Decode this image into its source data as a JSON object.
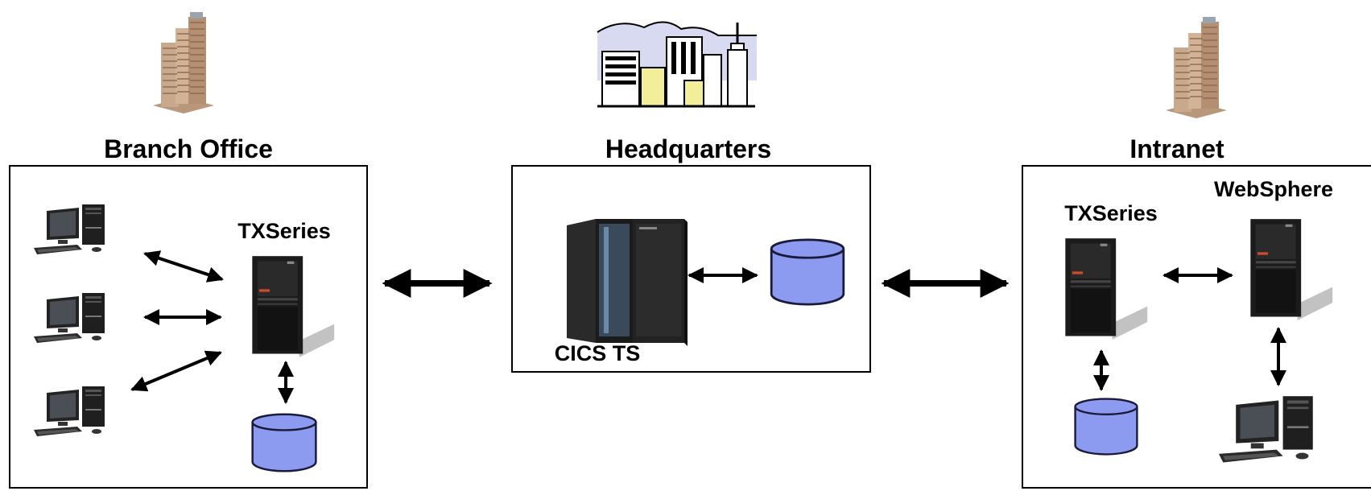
{
  "sites": {
    "branch": {
      "title": "Branch Office",
      "server_label": "TXSeries"
    },
    "headquarters": {
      "title": "Headquarters",
      "mainframe_label": "CICS TS"
    },
    "intranet": {
      "title": "Intranet",
      "server1_label": "TXSeries",
      "server2_label": "WebSphere"
    }
  },
  "icons": {
    "building": "office-building-icon",
    "city": "city-skyline-icon",
    "workstation": "desktop-computer-icon",
    "server": "tower-server-icon",
    "mainframe": "mainframe-icon",
    "database": "database-cylinder-icon"
  },
  "colors": {
    "database_fill": "#8C9BF0",
    "database_stroke": "#1a1a3a",
    "server_body": "#1b1b1b",
    "building": "#c8a98a",
    "sky": "#d8daf2"
  }
}
